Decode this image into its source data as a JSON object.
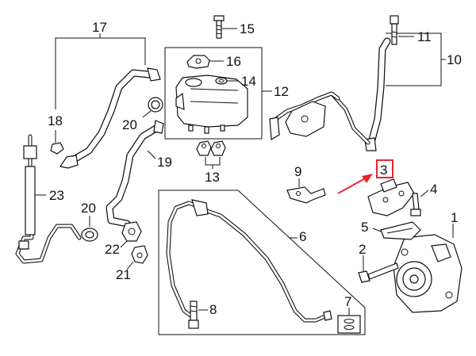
{
  "labels": {
    "p1": "1",
    "p2": "2",
    "p3": "3",
    "p4": "4",
    "p5": "5",
    "p6": "6",
    "p7": "7",
    "p8": "8",
    "p9": "9",
    "p10": "10",
    "p11": "11",
    "p12": "12",
    "p13": "13",
    "p14": "14",
    "p15": "15",
    "p16": "16",
    "p17": "17",
    "p18": "18",
    "p19": "19",
    "p20a": "20",
    "p20b": "20",
    "p21": "21",
    "p22": "22",
    "p23": "23"
  },
  "colors": {
    "ink": "#111111",
    "highlight": "#e8262a"
  },
  "highlighted_part": "3"
}
